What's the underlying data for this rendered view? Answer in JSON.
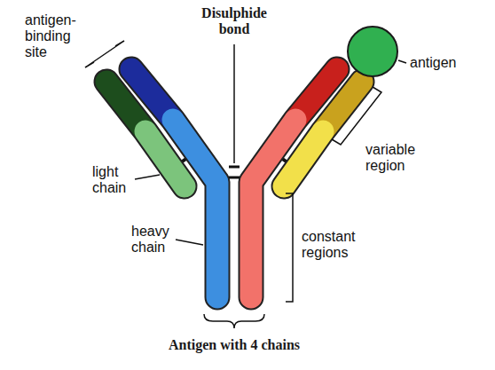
{
  "diagram": {
    "labels": [
      "antigen-binding site",
      "Disulphide bond",
      "antigen",
      "variable region",
      "light chain",
      "heavy chain",
      "constant regions",
      "Antigen with 4 chains"
    ]
  }
}
